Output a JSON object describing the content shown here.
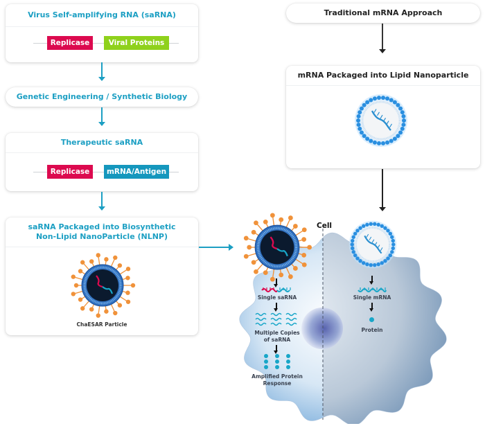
{
  "left_flow": {
    "virus_card": {
      "title": "Virus Self-amplifying RNA (saRNA)",
      "genes": [
        {
          "label": "Replicase",
          "color": "#dc0a4f"
        },
        {
          "label": "Viral Proteins",
          "color": "#8fd11c"
        }
      ]
    },
    "engineering_step": {
      "title": "Genetic Engineering / Synthetic Biology"
    },
    "therapeutic_card": {
      "title": "Therapeutic saRNA",
      "genes": [
        {
          "label": "Replicase",
          "color": "#dc0a4f"
        },
        {
          "label": "mRNA/Antigen",
          "color": "#1597bd"
        }
      ]
    },
    "packaging_card": {
      "title_line1": "saRNA Packaged into Biosynthetic",
      "title_line2": "Non-Lipid NanoParticle (NLNP)",
      "particle_caption": "ChaESAR Particle"
    },
    "accent_color": "#1c9fc3"
  },
  "right_flow": {
    "traditional_step": {
      "title": "Traditional mRNA Approach"
    },
    "lipid_card": {
      "title": "mRNA Packaged into Lipid Nanoparticle"
    }
  },
  "cell": {
    "title": "Cell",
    "sarna_path": {
      "steps": [
        "Single saRNA",
        "Multiple Copies of saRNA",
        "Amplified Protein Response"
      ],
      "step2_line1": "Multiple Copies",
      "step2_line2": "of saRNA",
      "step3_line1": "Amplified Protein",
      "step3_line2": "Response"
    },
    "mrna_path": {
      "steps": [
        "Single mRNA",
        "Protein"
      ]
    }
  },
  "colors": {
    "saRNA_red": "#dc0a4f",
    "rna_teal": "#18a6c8",
    "spike_orange": "#f0923a",
    "lipid_blue": "#2a8fe0",
    "particle_dark": "#0b1a2e"
  }
}
